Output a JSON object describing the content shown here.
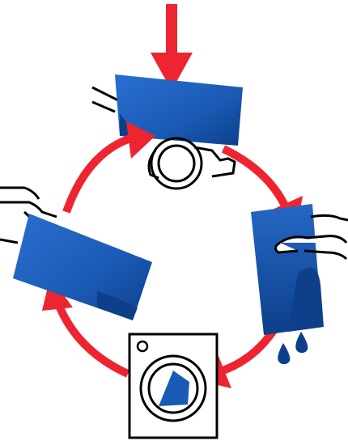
{
  "diagram": {
    "kind": "laundry-cycle",
    "colors": {
      "arrow": "#ee2530",
      "cloth_dark": "#0d3f8a",
      "cloth": "#1a5ab5",
      "cloth_light": "#2a6fd0",
      "outline": "#000000",
      "background": "#ffffff"
    },
    "steps": [
      {
        "id": "add-item",
        "icon": "red-down-arrow-icon"
      },
      {
        "id": "ironing-press",
        "icon": "cloth-in-wringer-roller-icon"
      },
      {
        "id": "hand-wring",
        "icon": "hand-wringing-cloth-icon"
      },
      {
        "id": "water-drops",
        "icon": "dripping-water-drops-icon"
      },
      {
        "id": "washing-machine",
        "icon": "front-loader-washing-machine-icon"
      },
      {
        "id": "hang-dry",
        "icon": "hand-holding-cloth-icon"
      }
    ]
  }
}
